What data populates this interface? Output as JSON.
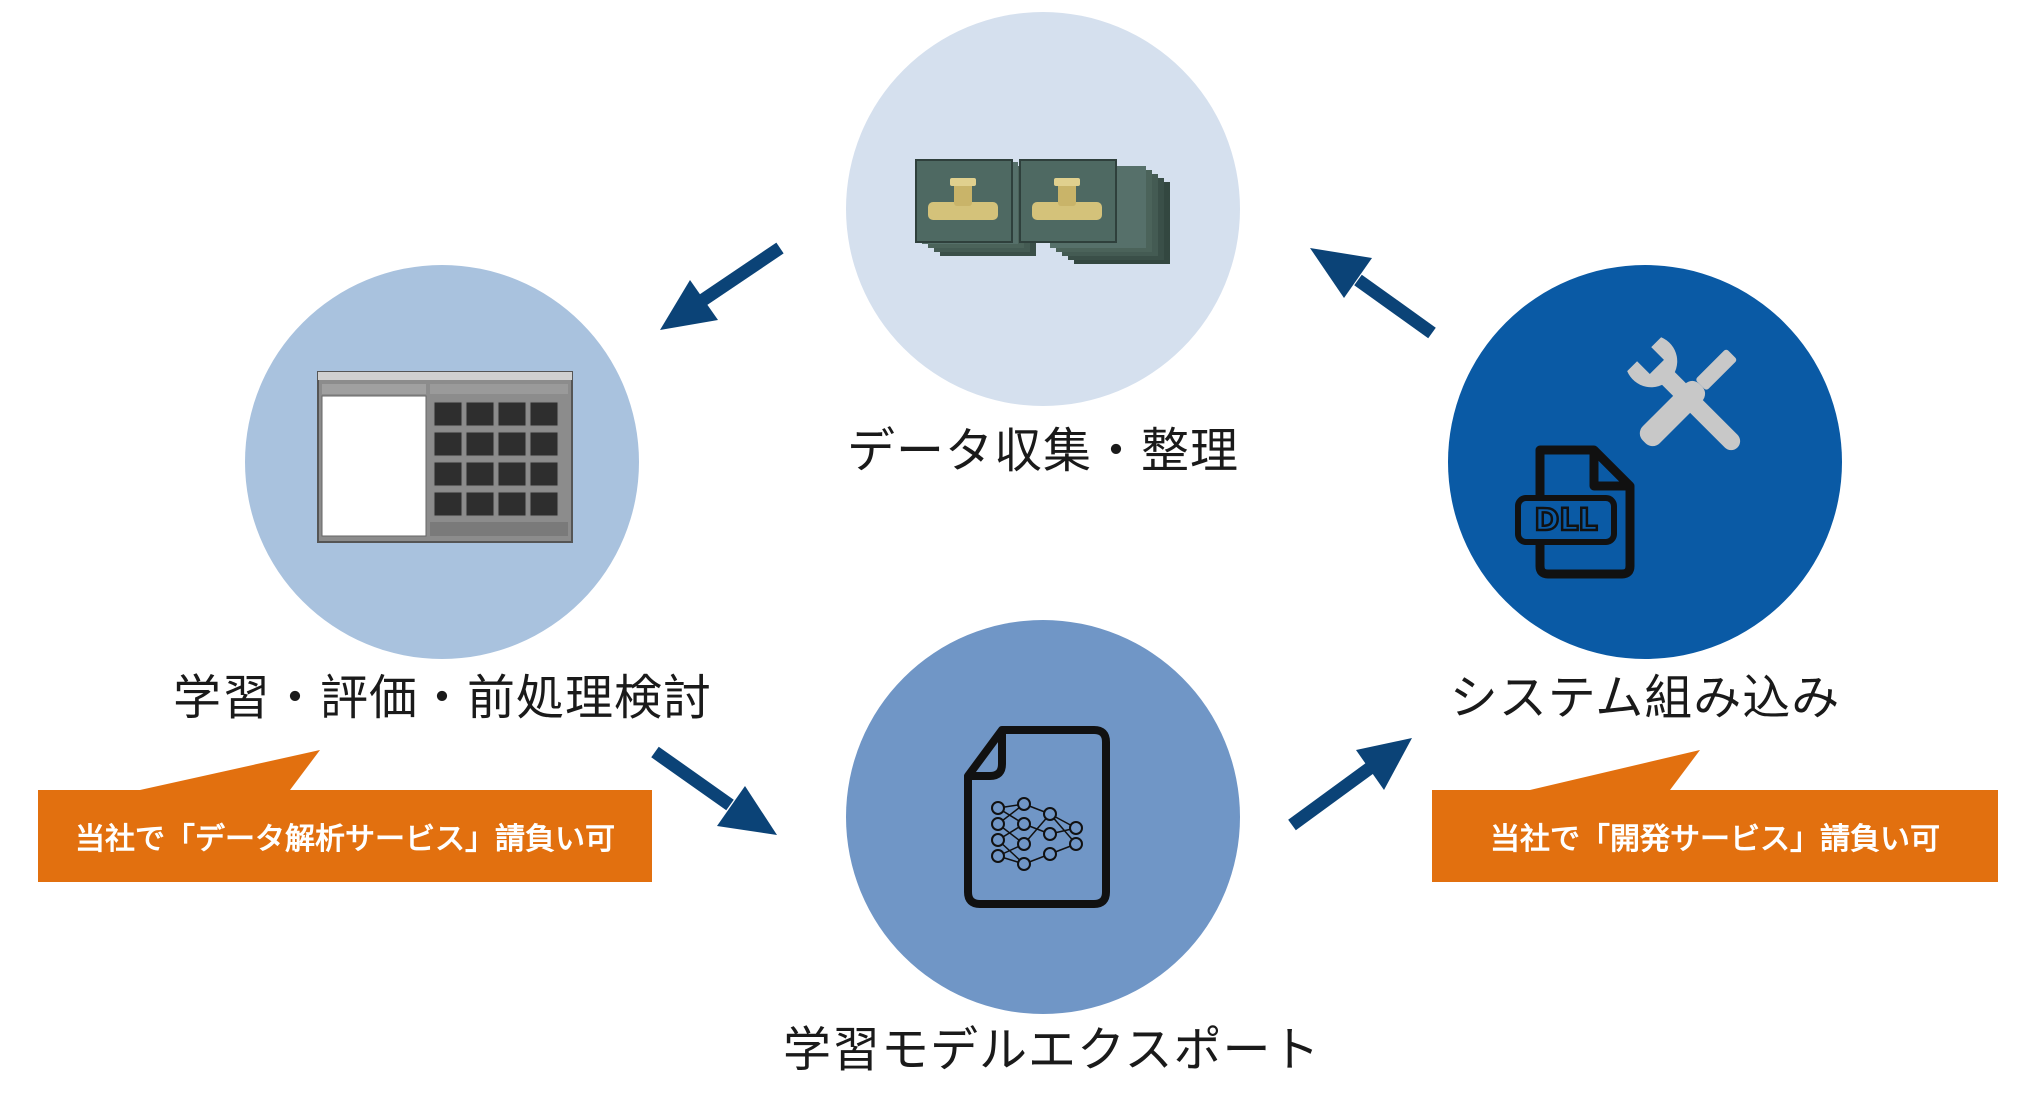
{
  "steps": {
    "collect": {
      "label": "データ収集・整理"
    },
    "train": {
      "label": "学習・評価・前処理検討"
    },
    "export": {
      "label": "学習モデルエクスポート"
    },
    "integrate": {
      "label": "システム組み込み",
      "dll_text": "DLL"
    }
  },
  "callouts": {
    "analysis": "当社で「データ解析サービス」請負い可",
    "development": "当社で「開発サービス」請負い可"
  },
  "colors": {
    "collect_circle": "#d5e0ee",
    "train_circle": "#a9c2de",
    "export_circle": "#7096c6",
    "integrate_circle": "#0a5aa5",
    "arrow": "#0b4377",
    "callout": "#e2700f"
  },
  "icons": {
    "collect": "brass-fitting-photos-icon",
    "train": "training-app-screenshot-icon",
    "export": "neural-network-file-icon",
    "integrate": "dll-tools-icon"
  }
}
